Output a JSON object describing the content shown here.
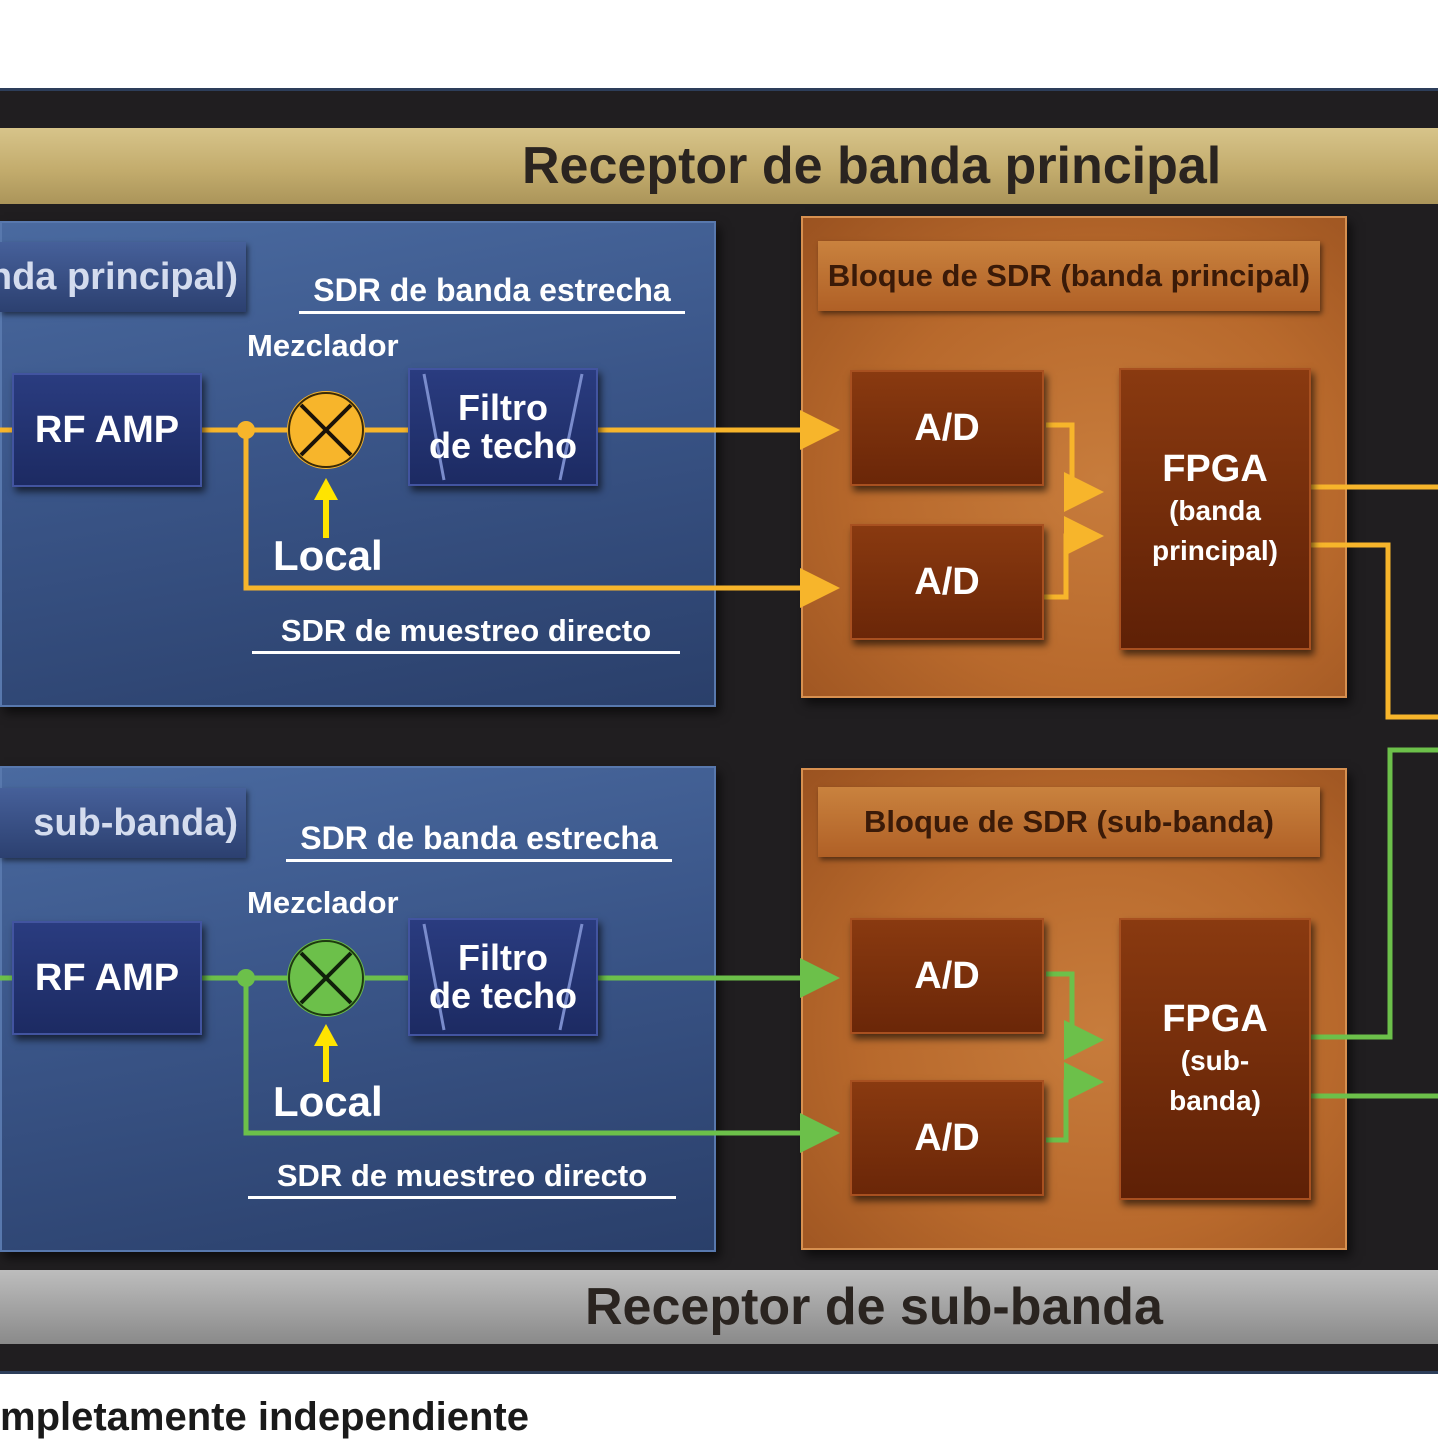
{
  "colors": {
    "main_band_signal": "#f7b52b",
    "sub_band_signal": "#6cc04a",
    "frame": "#201e20",
    "rf_panel": "#3a5588",
    "sdr_block": "#b8692c"
  },
  "main_receiver": {
    "title": "Receptor de banda principal",
    "rf_tab": "nda principal)",
    "narrowband_label": "SDR de banda estrecha",
    "mixer_label": "Mezclador",
    "rf_amp": "RF AMP",
    "filter_line1": "Filtro",
    "filter_line2": "de techo",
    "local_label": "Local",
    "direct_sampling_label": "SDR de muestreo directo",
    "sdr_block_tab": "Bloque de SDR (banda principal)",
    "ad_top": "A/D",
    "ad_bottom": "A/D",
    "fpga_line1": "FPGA",
    "fpga_line2": "(banda",
    "fpga_line3": "principal)"
  },
  "sub_receiver": {
    "title": "Receptor de sub-banda",
    "rf_tab": "sub-banda)",
    "narrowband_label": "SDR de banda estrecha",
    "mixer_label": "Mezclador",
    "rf_amp": "RF AMP",
    "filter_line1": "Filtro",
    "filter_line2": "de techo",
    "local_label": "Local",
    "direct_sampling_label": "SDR de muestreo directo",
    "sdr_block_tab": "Bloque de SDR (sub-banda)",
    "ad_top": "A/D",
    "ad_bottom": "A/D",
    "fpga_line1": "FPGA",
    "fpga_line2": "(sub-",
    "fpga_line3": "banda)"
  },
  "footer": "mpletamente independiente"
}
